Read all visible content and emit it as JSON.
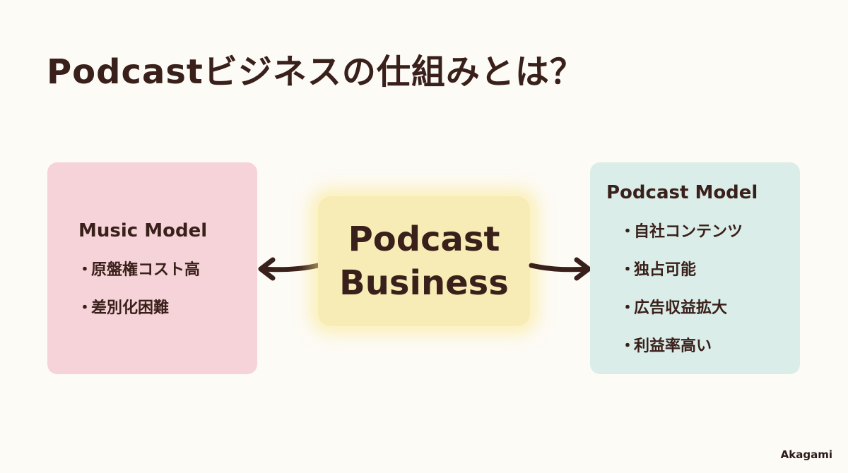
{
  "title": "Podcastビジネスの仕組みとは？",
  "center": {
    "line1": "Podcast",
    "line2": "Business"
  },
  "music_model": {
    "heading": "Music Model",
    "items": [
      "原盤権コスト高",
      "差別化困難"
    ]
  },
  "podcast_model": {
    "heading": "Podcast Model",
    "items": [
      "自社コンテンツ",
      "独占可能",
      "広告収益拡大",
      "利益率高い"
    ]
  },
  "bullet_symbol": "・",
  "brand": "Akagami",
  "colors": {
    "text": "#3a201b",
    "music_box": "#f6d3d8",
    "podcast_box": "#dbede8",
    "center_box": "#f8ecb6",
    "background": "#fdfbf6"
  }
}
